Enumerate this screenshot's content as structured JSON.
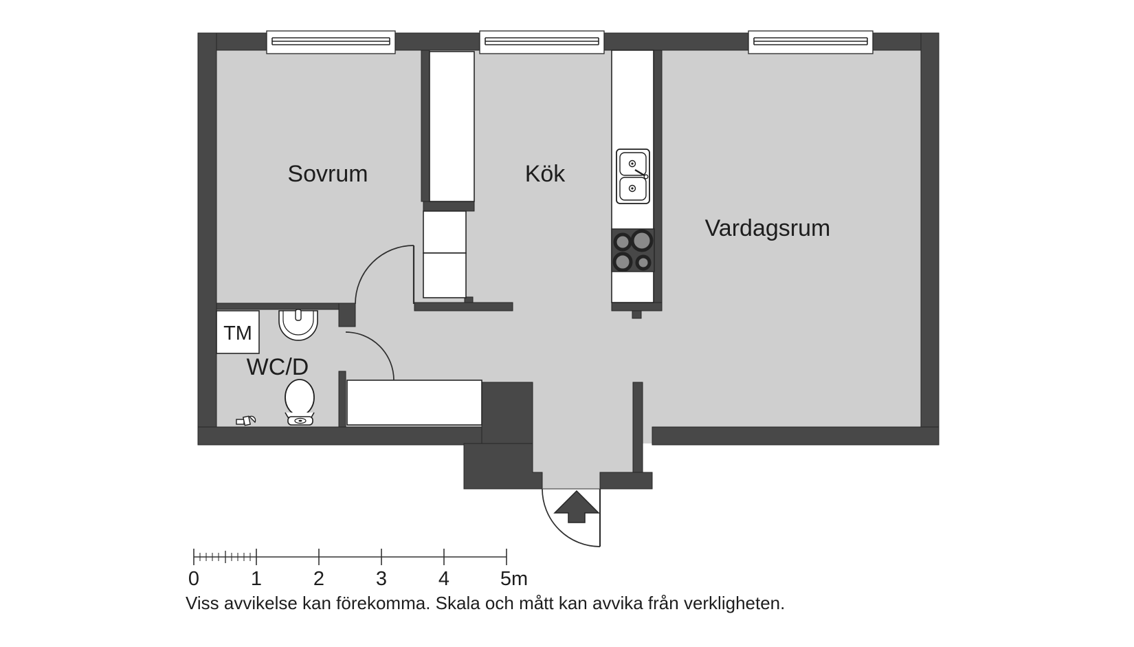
{
  "title": "Apartment floor plan",
  "colors": {
    "wall": "#484848",
    "floor": "#cfcfcf",
    "outline": "#262626",
    "text": "#1d1d1d",
    "burner": "#8a8a8a"
  },
  "rooms": {
    "bedroom_label": "Sovrum",
    "kitchen_label": "Kök",
    "living_room_label": "Vardagsrum",
    "bathroom_label": "WC/D",
    "washing_machine_label": "TM"
  },
  "icons": {
    "entrance_arrow": "up-arrow marking entrance direction"
  },
  "scale_bar": {
    "ticks": [
      "0",
      "1",
      "2",
      "3",
      "4",
      "5m"
    ]
  },
  "disclaimer": "Viss avvikelse kan förekomma. Skala och mått kan avvika från verkligheten."
}
